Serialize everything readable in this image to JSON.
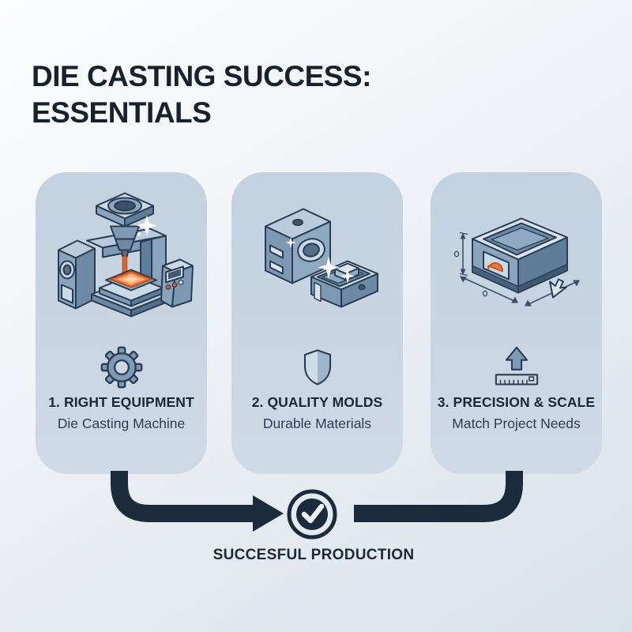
{
  "title": {
    "line1": "DIE CASTING SUCCESS:",
    "line2": "ESSENTIALS"
  },
  "cards": [
    {
      "heading": "1. RIGHT EQUIPMENT",
      "subheading": "Die Casting Machine",
      "icon": "gear-icon",
      "illustration": "die-casting-machine-isometric"
    },
    {
      "heading": "2. QUALITY MOLDS",
      "subheading": "Durable Materials",
      "icon": "shield-icon",
      "illustration": "two-mold-halves-isometric"
    },
    {
      "heading": "3. PRECISION & SCALE",
      "subheading": "Match Project Needs",
      "icon": "arrow-up-ruler-icon",
      "illustration": "mold-box-with-dimension-arrows"
    }
  ],
  "flow": {
    "result_label": "SUCCESFUL PRODUCTION",
    "result_icon": "checkmark-circle-icon"
  },
  "colors": {
    "background_top": "#fcfdfe",
    "background_bottom": "#d9e1ea",
    "card": "#c9d5e2",
    "navy_text": "#18222e",
    "flow_arrow": "#1c2b3b",
    "steel_blue": "#7f9ab5",
    "steel_light": "#c9d9e7",
    "steel_dark": "#54708c",
    "outline": "#2b3c52",
    "accent_orange": "#f0743c"
  }
}
